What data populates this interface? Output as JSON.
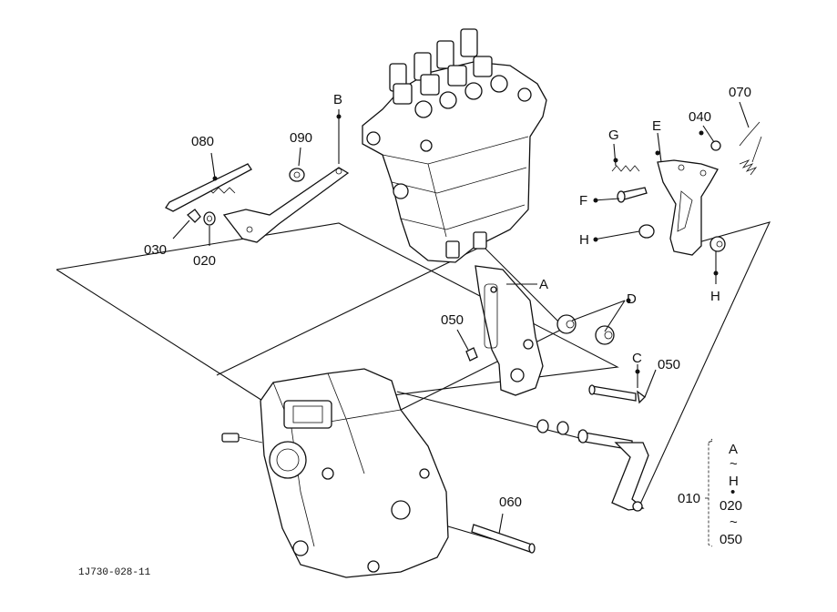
{
  "figure_code": "1J730-028-11",
  "callouts": {
    "p080": "080",
    "p090": "090",
    "pB": "B",
    "p030": "030",
    "p020": "020",
    "pA": "A",
    "pD": "D",
    "p050a": "050",
    "pC": "C",
    "p050b": "050",
    "pG": "G",
    "pE": "E",
    "p040": "040",
    "p070": "070",
    "pF": "F",
    "pH1": "H",
    "pH2": "H",
    "p060": "060"
  },
  "assembly_key": {
    "part": "010",
    "from1": "A",
    "tilde1": "~",
    "to1": "H",
    "dot": "•",
    "from2": "020",
    "tilde2": "~",
    "to2": "050"
  }
}
